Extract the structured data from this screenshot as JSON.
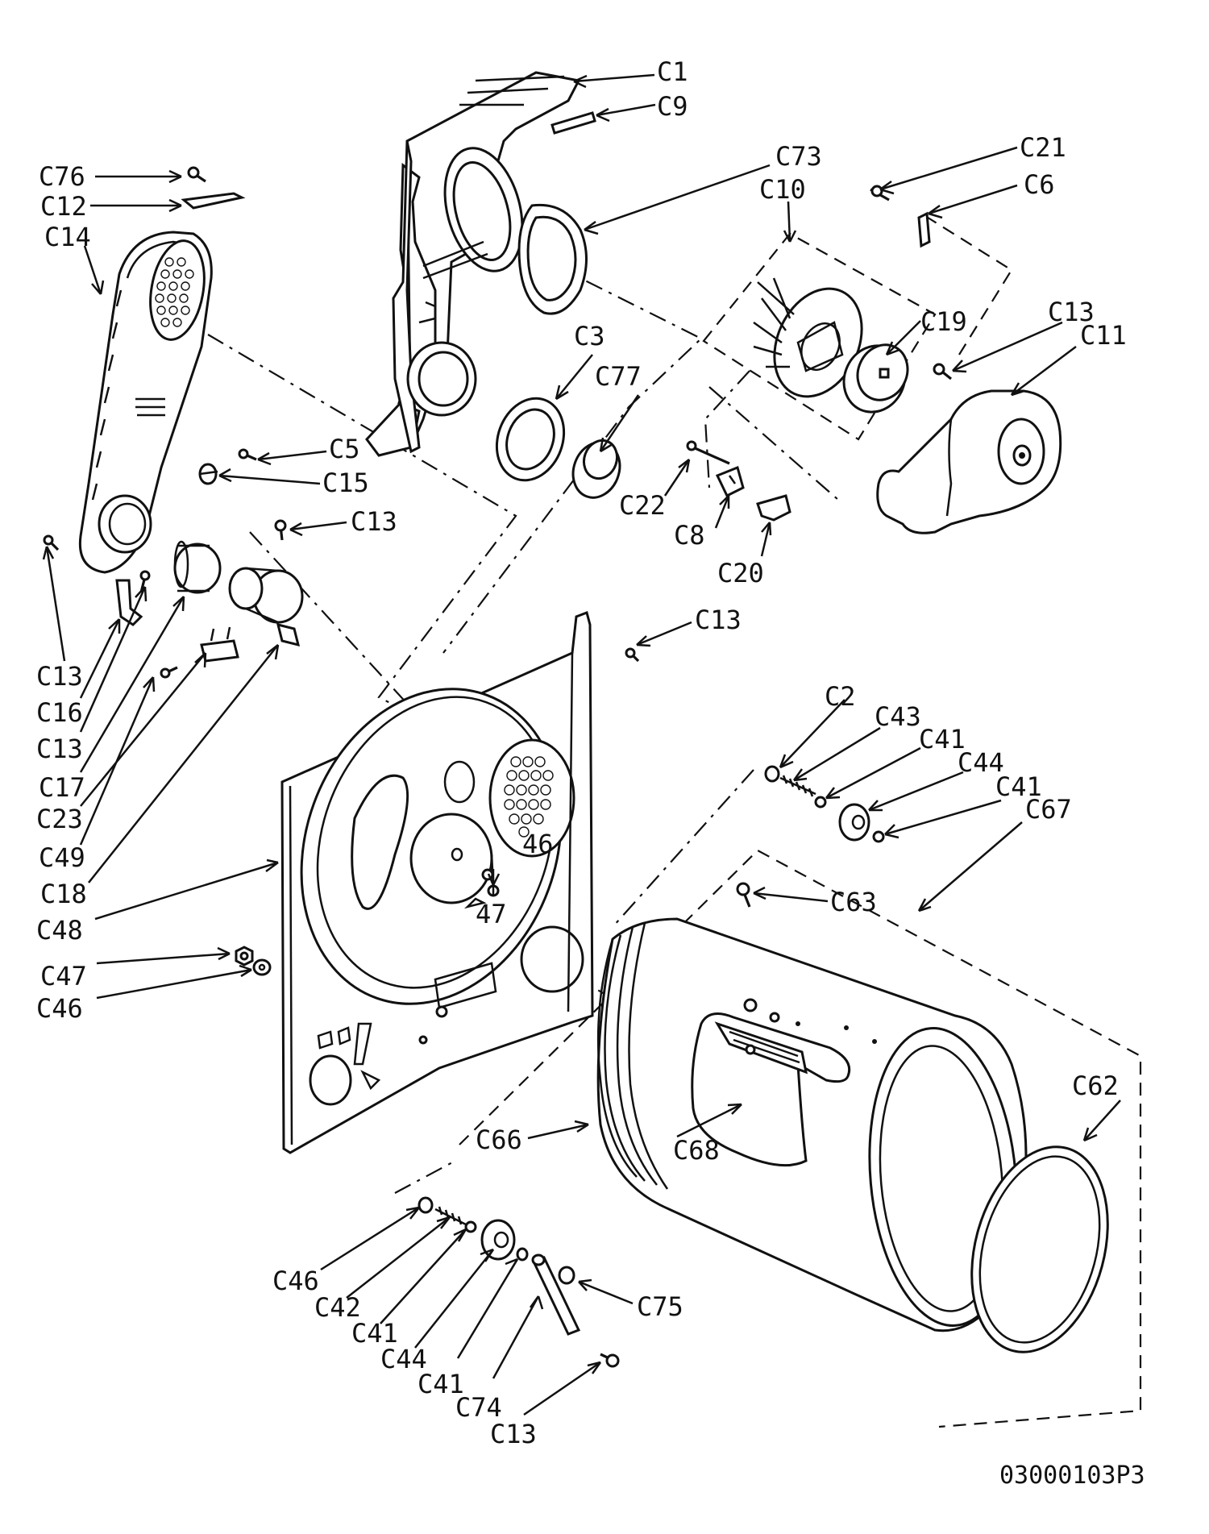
{
  "diagram": {
    "drawing_number": "03000103P3",
    "labels": [
      {
        "id": "c1",
        "text": "C1"
      },
      {
        "id": "c9",
        "text": "C9"
      },
      {
        "id": "c73",
        "text": "C73"
      },
      {
        "id": "c10",
        "text": "C10"
      },
      {
        "id": "c21",
        "text": "C21"
      },
      {
        "id": "c6",
        "text": "C6"
      },
      {
        "id": "c76",
        "text": "C76"
      },
      {
        "id": "c12",
        "text": "C12"
      },
      {
        "id": "c14",
        "text": "C14"
      },
      {
        "id": "c19",
        "text": "C19"
      },
      {
        "id": "c13a",
        "text": "C13"
      },
      {
        "id": "c11",
        "text": "C11"
      },
      {
        "id": "c3",
        "text": "C3"
      },
      {
        "id": "c77",
        "text": "C77"
      },
      {
        "id": "c5",
        "text": "C5"
      },
      {
        "id": "c15",
        "text": "C15"
      },
      {
        "id": "c22",
        "text": "C22"
      },
      {
        "id": "c8",
        "text": "C8"
      },
      {
        "id": "c13b",
        "text": "C13"
      },
      {
        "id": "c20",
        "text": "C20"
      },
      {
        "id": "c13c",
        "text": "C13"
      },
      {
        "id": "c13d",
        "text": "C13"
      },
      {
        "id": "c16",
        "text": "C16"
      },
      {
        "id": "c13e",
        "text": "C13"
      },
      {
        "id": "c17",
        "text": "C17"
      },
      {
        "id": "c23",
        "text": "C23"
      },
      {
        "id": "c49",
        "text": "C49"
      },
      {
        "id": "c18",
        "text": "C18"
      },
      {
        "id": "c48",
        "text": "C48"
      },
      {
        "id": "c47",
        "text": "C47"
      },
      {
        "id": "c46a",
        "text": "C46"
      },
      {
        "id": "c2",
        "text": "C2"
      },
      {
        "id": "c43",
        "text": "C43"
      },
      {
        "id": "c41a",
        "text": "C41"
      },
      {
        "id": "c44a",
        "text": "C44"
      },
      {
        "id": "c41b",
        "text": "C41"
      },
      {
        "id": "c67",
        "text": "C67"
      },
      {
        "id": "n46",
        "text": "46"
      },
      {
        "id": "n47",
        "text": "47"
      },
      {
        "id": "c63",
        "text": "C63"
      },
      {
        "id": "c62",
        "text": "C62"
      },
      {
        "id": "c66",
        "text": "C66"
      },
      {
        "id": "c68",
        "text": "C68"
      },
      {
        "id": "c46b",
        "text": "C46"
      },
      {
        "id": "c42",
        "text": "C42"
      },
      {
        "id": "c41c",
        "text": "C41"
      },
      {
        "id": "c44b",
        "text": "C44"
      },
      {
        "id": "c41d",
        "text": "C41"
      },
      {
        "id": "c75",
        "text": "C75"
      },
      {
        "id": "c74",
        "text": "C74"
      },
      {
        "id": "c13f",
        "text": "C13"
      }
    ]
  }
}
